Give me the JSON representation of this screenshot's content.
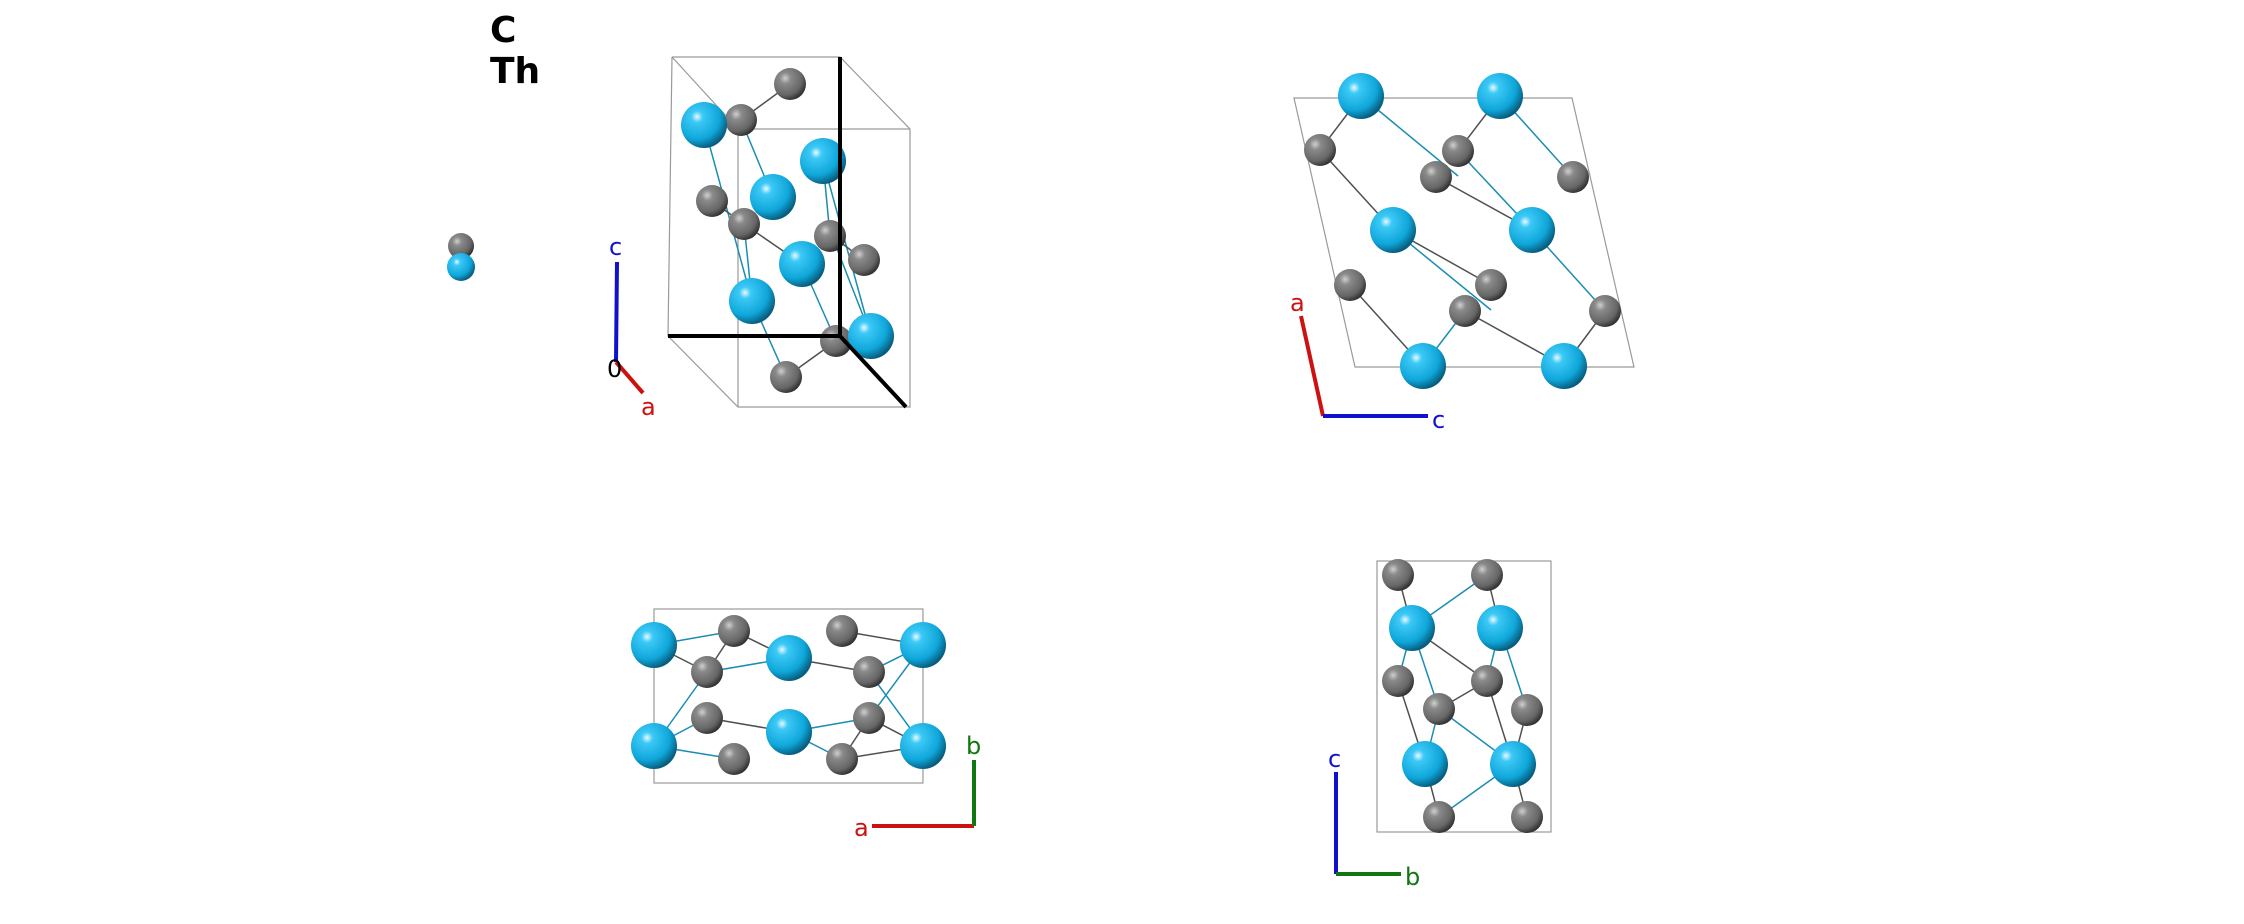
{
  "legend": {
    "elements": [
      {
        "symbol": "C",
        "color": "#777777"
      },
      {
        "symbol": "Th",
        "color": "#1ab8ee"
      }
    ]
  },
  "axes": {
    "a": {
      "label": "a",
      "color": "#cc1111"
    },
    "b": {
      "label": "b",
      "color": "#117711"
    },
    "c": {
      "label": "c",
      "color": "#1111cc"
    },
    "origin": {
      "label": "0",
      "color": "#000000"
    }
  },
  "views": [
    {
      "name": "perspective",
      "axes": [
        "c",
        "a",
        "origin"
      ]
    },
    {
      "name": "view-b",
      "axes": [
        "a",
        "c"
      ]
    },
    {
      "name": "view-c",
      "axes": [
        "a",
        "b"
      ]
    },
    {
      "name": "view-a",
      "axes": [
        "c",
        "b"
      ]
    }
  ]
}
